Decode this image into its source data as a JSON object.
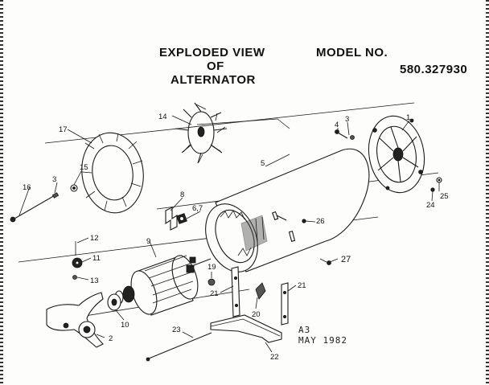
{
  "header": {
    "title_line1": "EXPLODED VIEW",
    "title_line2": "OF",
    "title_line3": "ALTERNATOR",
    "model_label": "MODEL NO.",
    "model_number": "580.327930"
  },
  "stamp": {
    "code": "A3",
    "date": "MAY 1982"
  },
  "callouts": {
    "c1": "1",
    "c2": "2",
    "c3a": "3",
    "c3b": "3",
    "c4": "4",
    "c5": "5",
    "c67": "6,7",
    "c8": "8",
    "c9": "9",
    "c10": "10",
    "c11": "11",
    "c12": "12",
    "c13": "13",
    "c14": "14",
    "c15": "15",
    "c16": "16",
    "c17": "17",
    "c19": "19",
    "c20": "20",
    "c21a": "21",
    "c21b": "21",
    "c22": "22",
    "c23": "23",
    "c24": "24",
    "c25": "25",
    "c26": "26",
    "c27": "27"
  }
}
